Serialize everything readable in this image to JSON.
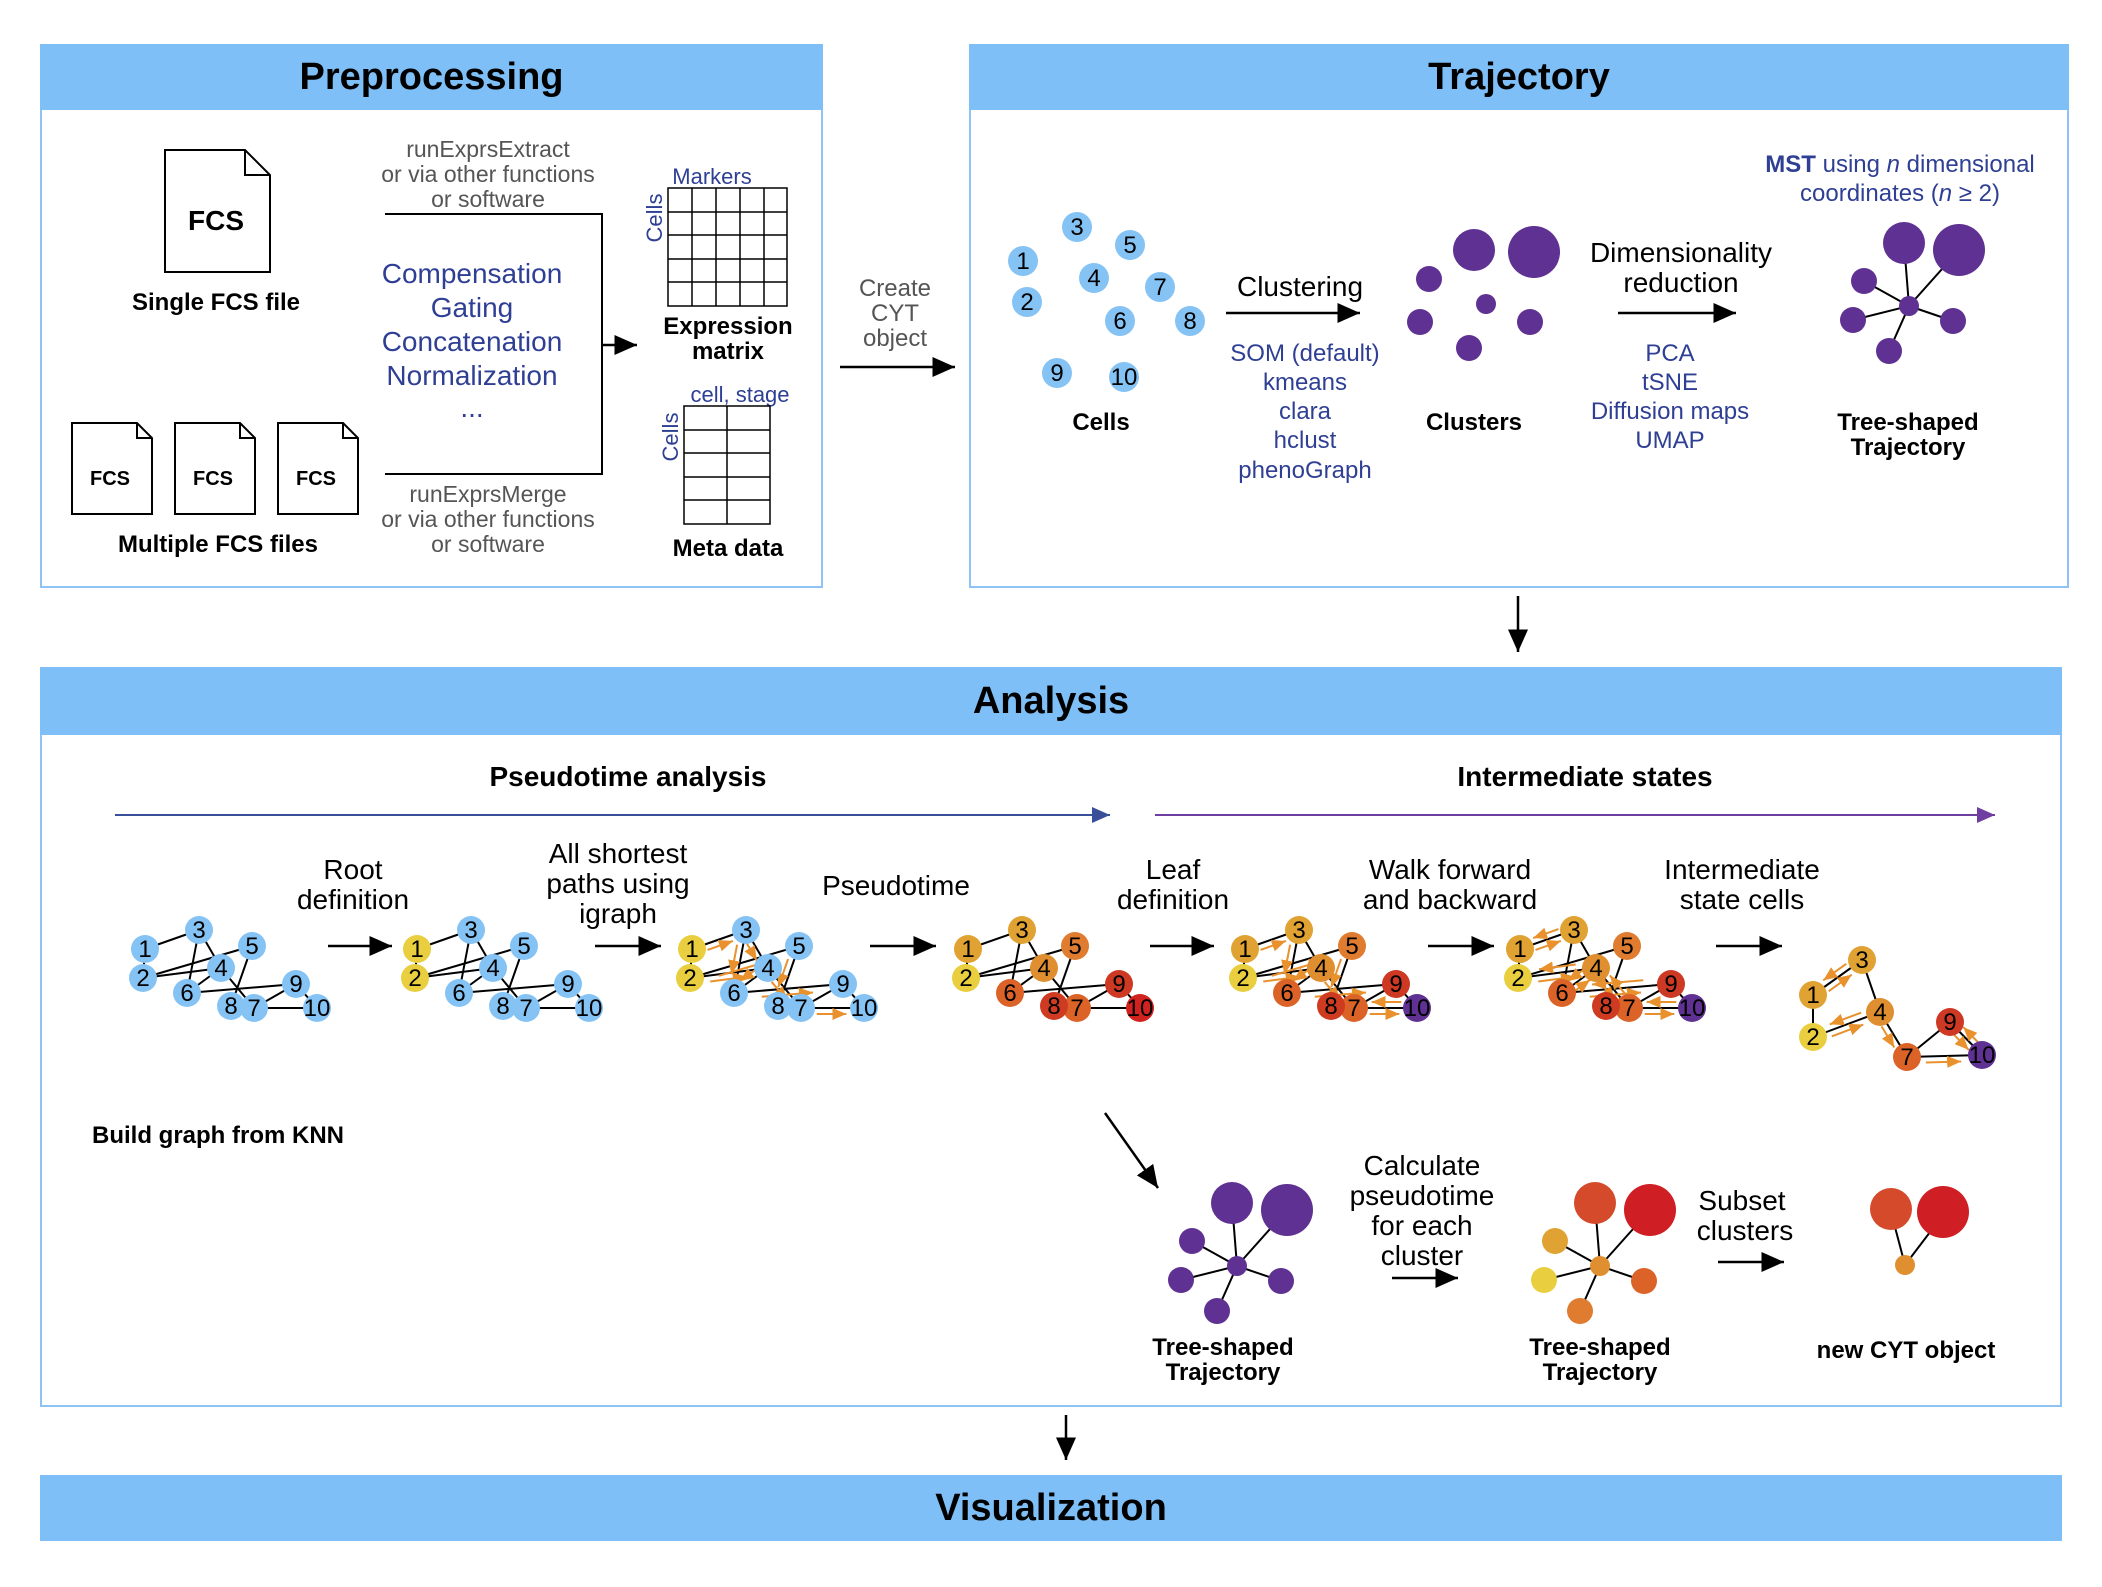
{
  "sections": {
    "preprocessing": "Preprocessing",
    "trajectory": "Trajectory",
    "analysis": "Analysis",
    "visualization": "Visualization"
  },
  "preprocessing": {
    "fcs_icon_text": "FCS",
    "single_label": "Single FCS file",
    "multiple_label": "Multiple FCS files",
    "extract_lines": [
      "runExprsExtract",
      "or via other functions",
      "or software"
    ],
    "merge_lines": [
      "runExprsMerge",
      "or via other functions",
      "or software"
    ],
    "steps": [
      "Compensation",
      "Gating",
      "Concatenation",
      "Normalization",
      "..."
    ],
    "markers_label": "Markers",
    "cells_label": "Cells",
    "expression_lines": [
      "Expression",
      "matrix"
    ],
    "meta_header": "cell, stage",
    "meta_label": "Meta data",
    "create_lines": [
      "Create",
      "CYT",
      "object"
    ]
  },
  "trajectory": {
    "cells_label": "Cells",
    "clustering_label": "Clustering",
    "clustering_methods": [
      "SOM (default)",
      "kmeans",
      "clara",
      "hclust",
      "phenoGraph"
    ],
    "clusters_label": "Clusters",
    "dimred_lines": [
      "Dimensionality",
      "reduction"
    ],
    "dimred_methods": [
      "PCA",
      "tSNE",
      "Diffusion maps",
      "UMAP"
    ],
    "mst_bold": "MST",
    "mst_rest": " using ",
    "mst_n": "n",
    "mst_rest2": " dimensional",
    "mst_line2a": "coordinates (",
    "mst_line2n": "n",
    "mst_line2b": " ≥ 2)",
    "tree_lines": [
      "Tree-shaped",
      "Trajectory"
    ]
  },
  "analysis": {
    "pseudotime_header": "Pseudotime analysis",
    "intermediate_header": "Intermediate states",
    "step_labels": [
      [
        "Root",
        "definition"
      ],
      [
        "All shortest",
        "paths using",
        "igraph"
      ],
      [
        "Pseudotime"
      ],
      [
        "Leaf",
        "definition"
      ],
      [
        "Walk forward",
        "and backward"
      ],
      [
        "Intermediate",
        "state cells"
      ]
    ],
    "knn_label": "Build graph from KNN",
    "node_labels": [
      "1",
      "2",
      "3",
      "4",
      "5",
      "6",
      "7",
      "8",
      "9",
      "10"
    ],
    "calc_lines": [
      "Calculate",
      "pseudotime",
      "for each",
      "cluster"
    ],
    "subset_lines": [
      "Subset",
      "clusters"
    ],
    "tree_lines": [
      "Tree-shaped",
      "Trajectory"
    ],
    "new_cyt_label": "new CYT object"
  },
  "colors": {
    "band": "#7fbff7",
    "border": "#8ec3f3",
    "method_text": "#2e3f94",
    "node_blue": "#85c3f5",
    "cluster_purple": "#5e3192",
    "edge_arrow": "#e8912d",
    "pseudotime_arrow": "#3a4f9a",
    "intermediate_arrow": "#6e3ea0"
  }
}
